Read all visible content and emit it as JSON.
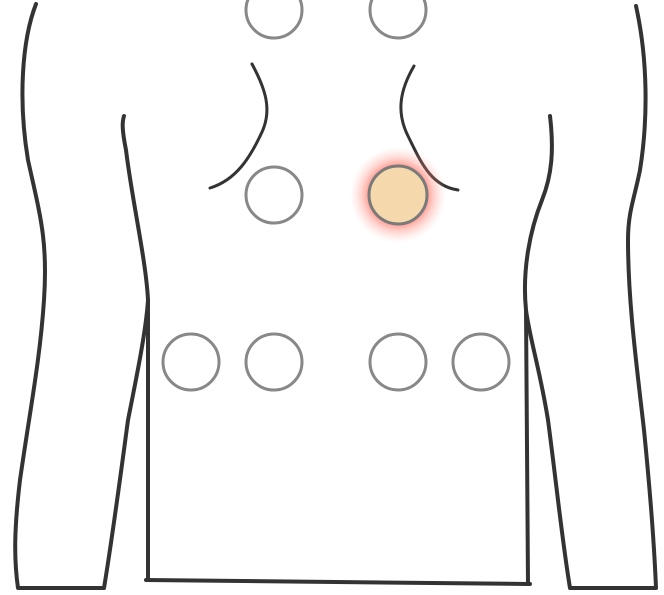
{
  "diagram": {
    "colors": {
      "outline": "#333333",
      "spot_border": "#888888",
      "spot_fill": "#ffffff",
      "selected_fill": "#f5d9ac",
      "selected_glow": "#ff5a4a"
    },
    "spots": [
      {
        "id": "upper-left",
        "selected": false
      },
      {
        "id": "upper-right",
        "selected": false
      },
      {
        "id": "middle-left",
        "selected": false
      },
      {
        "id": "middle-right",
        "selected": true
      },
      {
        "id": "lower-far-left",
        "selected": false
      },
      {
        "id": "lower-left",
        "selected": false
      },
      {
        "id": "lower-right",
        "selected": false
      },
      {
        "id": "lower-far-right",
        "selected": false
      }
    ]
  }
}
